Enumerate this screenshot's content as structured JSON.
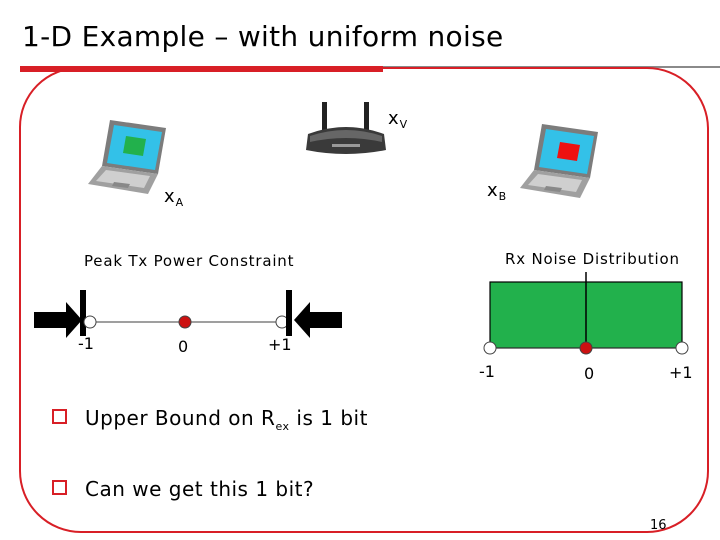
{
  "slide": {
    "title": "1-D Example – with uniform noise",
    "page_number": "16",
    "colors": {
      "accent": "#d81f26",
      "rule_gray": "#8a8a8a",
      "noise_fill": "#22b14c",
      "dot_red": "#cc1111"
    }
  },
  "devices": {
    "router_label": {
      "base": "x",
      "sub": "V"
    },
    "laptop_a_label": {
      "base": "x",
      "sub": "A"
    },
    "laptop_b_label": {
      "base": "x",
      "sub": "B"
    },
    "laptop_a_screen_color": "#22b14c",
    "laptop_b_screen_color": "#ee1111"
  },
  "tx_constraint": {
    "caption": "Peak Tx Power Constraint",
    "ticks": [
      "-1",
      "0",
      "+1"
    ]
  },
  "rx_noise": {
    "caption": "Rx Noise Distribution",
    "ticks": [
      "-1",
      "0",
      "+1"
    ]
  },
  "bullets": [
    {
      "text_before": "Upper Bound on R",
      "sub": "ex",
      "text_after": " is 1 bit"
    },
    {
      "text_before": "Can we get this 1 bit?",
      "sub": "",
      "text_after": ""
    }
  ]
}
